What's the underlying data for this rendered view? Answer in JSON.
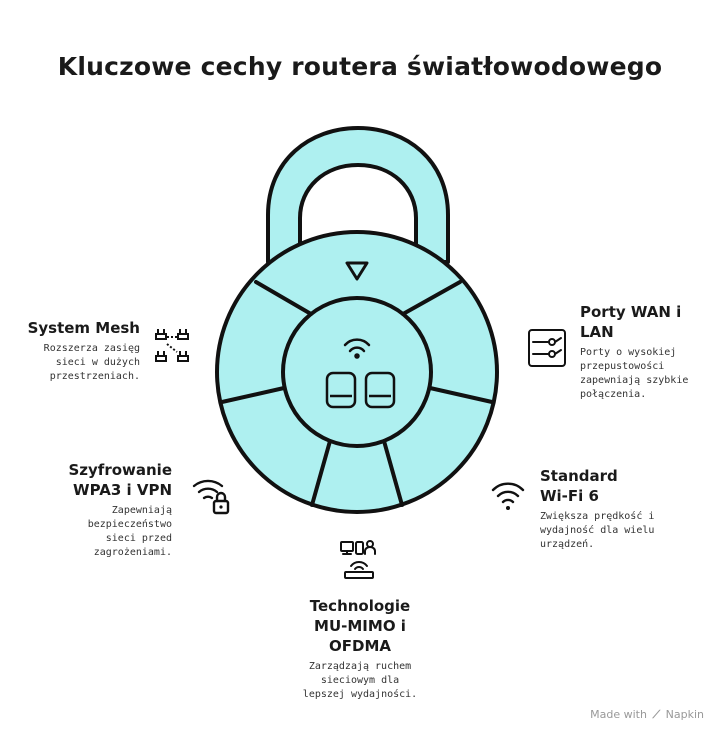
{
  "title": "Kluczowe cechy routera światłowodowego",
  "features": {
    "mesh": {
      "title": "System Mesh",
      "desc": [
        "Rozszerza zasięg",
        "sieci w dużych",
        "przestrzeniach."
      ]
    },
    "ports": {
      "title": [
        "Porty WAN i",
        "LAN"
      ],
      "desc": [
        "Porty o wysokiej",
        "przepustowości",
        "zapewniają szybkie",
        "połączenia."
      ]
    },
    "wpa": {
      "title": [
        "Szyfrowanie",
        "WPA3 i VPN"
      ],
      "desc": [
        "Zapewniają",
        "bezpieczeństwo",
        "sieci przed",
        "zagrożeniami."
      ]
    },
    "wifi6": {
      "title": [
        "Standard",
        "Wi-Fi 6"
      ],
      "desc": [
        "Zwiększa prędkość i",
        "wydajność dla wielu",
        "urządzeń."
      ]
    },
    "mumimo": {
      "title": [
        "Technologie",
        "MU-MIMO i",
        "OFDMA"
      ],
      "desc": [
        "Zarządzają ruchem",
        "sieciowym dla",
        "lepszej wydajności."
      ]
    }
  },
  "footer": {
    "made_with": "Made with",
    "brand": "Napkin"
  },
  "colors": {
    "lock_fill": "#aef0f0",
    "stroke": "#111111",
    "text": "#1a1a1a"
  }
}
